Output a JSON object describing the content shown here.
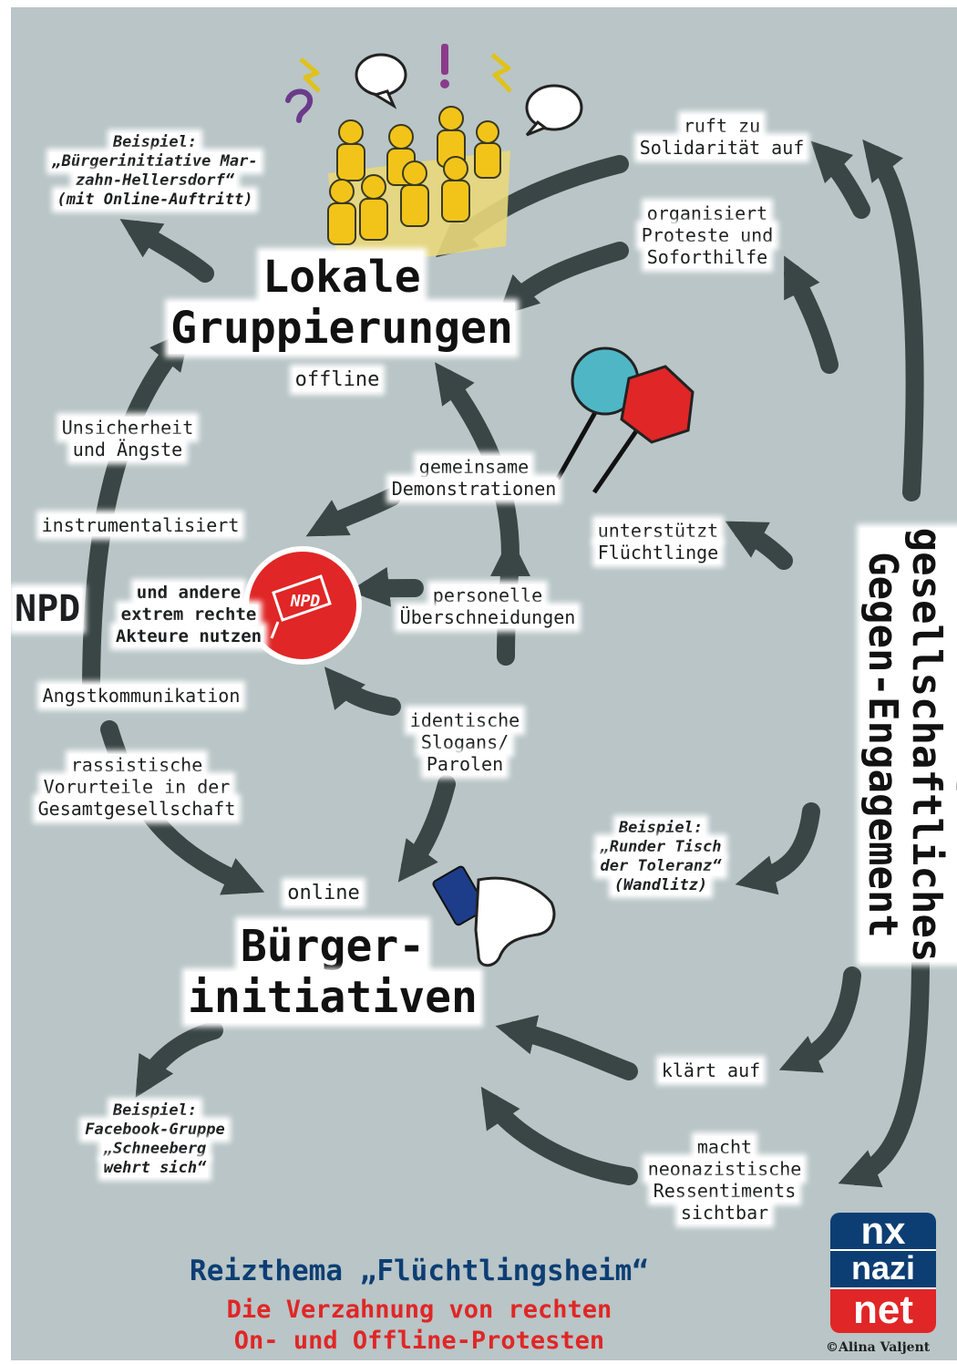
{
  "nodes": {
    "lokale": "Lokale\nGruppierungen",
    "offline": "offline",
    "buerger": "Bürger-\ninitiativen",
    "online": "online",
    "npd_main": "NPD",
    "npd_rest": "und andere\nextrem rechte\nAkteure nutzen",
    "npd_sign": "NPD",
    "vertical": "Zivil-\ngesellschaftliches\nGegen-Engagement"
  },
  "labels": {
    "beispiel_marzahn": "Beispiel:\n„Bürgerinitiative Mar-\nzahn-Hellersdorf“\n(mit Online-Auftritt)",
    "unsicherheit": "Unsicherheit\nund Ängste",
    "instrumentalisiert": "instrumentalisiert",
    "angstkommunikation": "Angstkommunikation",
    "rassistische": "rassistische\nVorurteile in der\nGesamtgesellschaft",
    "beispiel_schneeberg": "Beispiel:\nFacebook-Gruppe\n„Schneeberg\nwehrt sich“",
    "gemeinsame": "gemeinsame\nDemonstrationen",
    "personelle": "personelle\nÜberschneidungen",
    "identische": "identische\nSlogans/\nParolen",
    "ruft": "ruft zu\nSolidarität auf",
    "organisiert": "organisiert\nProteste und\nSoforthilfe",
    "unterstuetzt": "unterstützt\nFlüchtlinge",
    "beispiel_runder": "Beispiel:\n„Runder Tisch\nder Toleranz“\n(Wandlitz)",
    "klaert": "klärt auf",
    "macht": "macht\nneonazistische\nRessentiments\nsichtbar"
  },
  "footer": {
    "title": "Reizthema „Flüchtlingsheim“",
    "subtitle": "Die Verzahnung von rechten\nOn- und Offline-Protesten",
    "copyright": "©Alina Valjent"
  },
  "logo": {
    "line1": "nx",
    "line2": "nazi",
    "line3": "net"
  },
  "icons": [
    "crowd-icon",
    "speech-bubble-icon",
    "lightning-icon",
    "exclamation-icon",
    "question-icon",
    "protest-signs-icon",
    "npd-sign-icon",
    "thumbs-down-icon"
  ],
  "colors": {
    "background": "#b9c5c7",
    "arrow": "#3a4645",
    "title_blue": "#0d3e73",
    "subtitle_red": "#e02626",
    "crowd_yellow": "#f2c41a",
    "npd_red": "#e02626"
  }
}
